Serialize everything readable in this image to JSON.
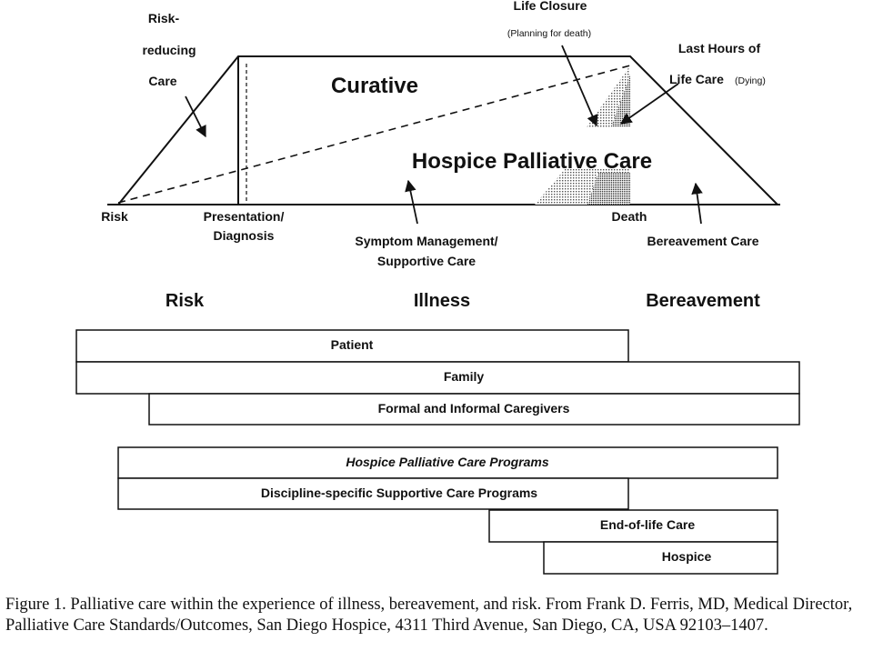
{
  "diagram": {
    "labels": {
      "risk_reducing_line1": "Risk-",
      "risk_reducing_line2": "reducing",
      "risk_reducing_line3": "Care",
      "curative": "Curative",
      "hospice_palliative_care": "Hospice Palliative Care",
      "life_closure": "Life Closure",
      "planning_for_death": "(Planning for death)",
      "last_hours_line1": "Last Hours of",
      "last_hours_line2": "Life Care",
      "dying": "(Dying)",
      "risk": "Risk",
      "presentation_line1": "Presentation/",
      "presentation_line2": "Diagnosis",
      "death": "Death",
      "symptom_line1": "Symptom Management/",
      "symptom_line2": "Supportive Care",
      "bereavement_care": "Bereavement Care"
    },
    "phases": {
      "risk": "Risk",
      "illness": "Illness",
      "bereavement": "Bereavement"
    },
    "bars": {
      "patient": "Patient",
      "family": "Family",
      "caregivers": "Formal and Informal Caregivers",
      "hpc_programs": "Hospice Palliative Care Programs",
      "discipline": "Discipline-specific Supportive Care Programs",
      "end_of_life": "End-of-life Care",
      "hospice": "Hospice"
    }
  },
  "caption": "Figure 1. Palliative care within the experience of illness, bereavement, and risk. From Frank D. Ferris, MD, Medical Director, Palliative Care Standards/Outcomes, San Diego Hospice, 4311 Third Avenue, San Diego, CA, USA 92103–1407."
}
